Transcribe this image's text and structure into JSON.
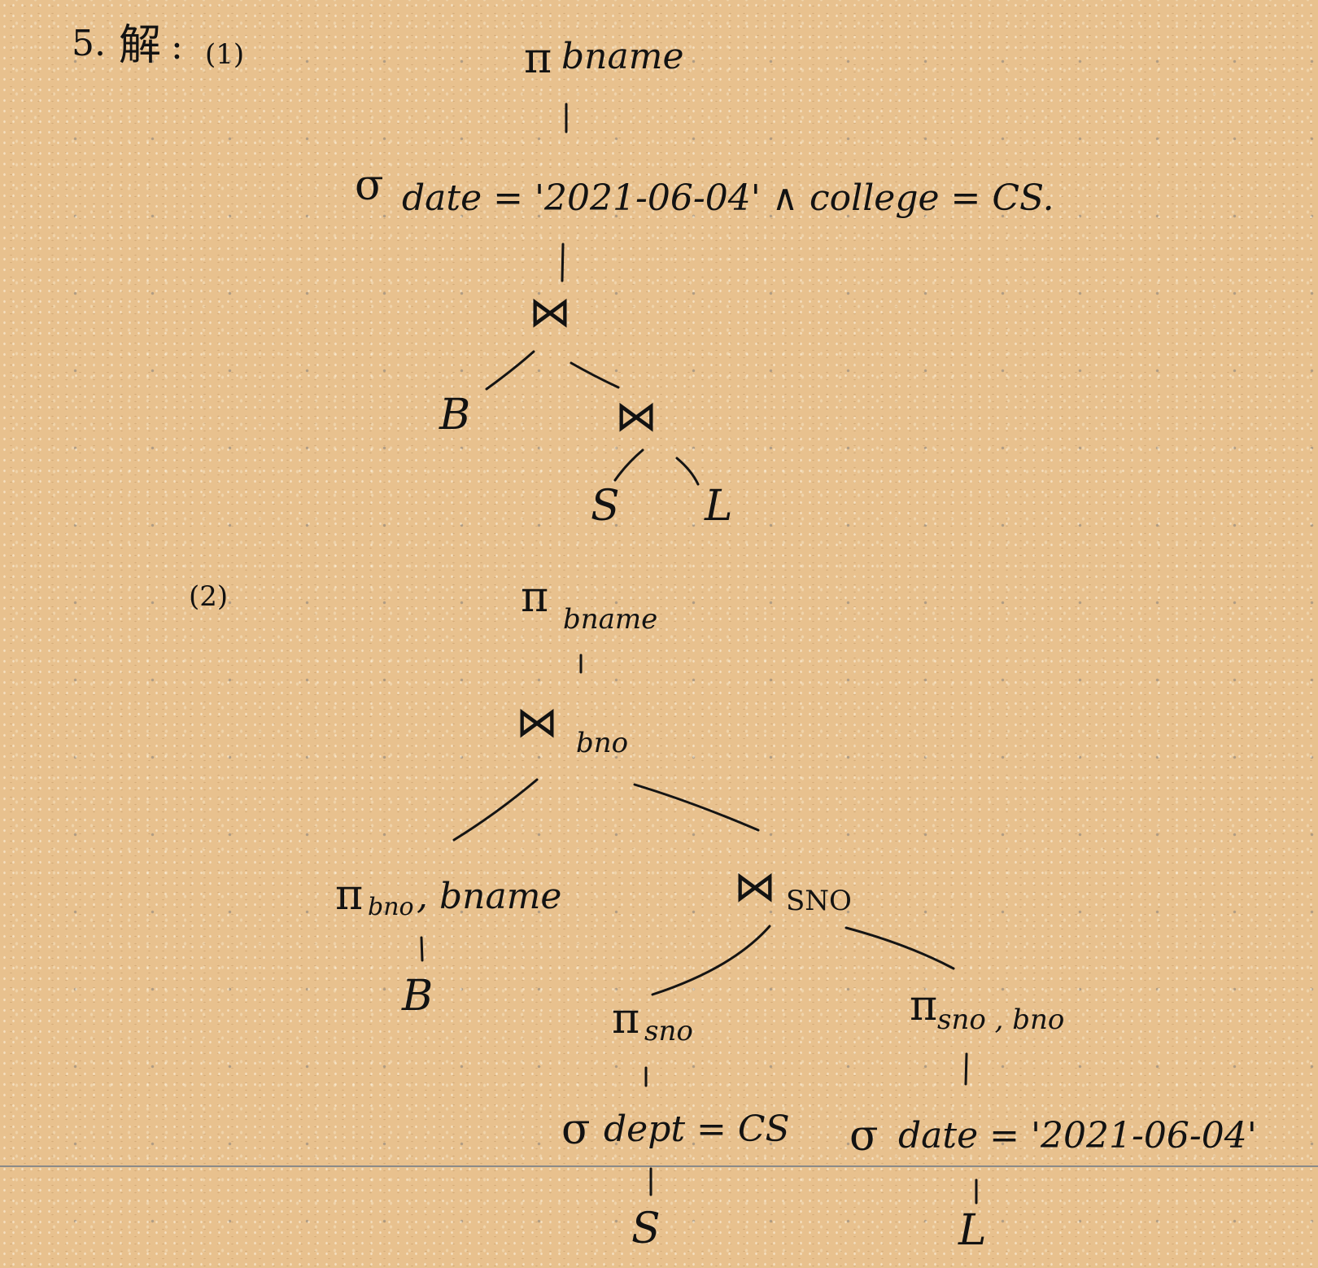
{
  "header": {
    "number": "5.",
    "solution_char": "解",
    "colon": ":",
    "part1_label": "(1)",
    "part2_label": "(2)"
  },
  "tree1": {
    "root_symbol": "π",
    "root_sub": "bname",
    "select_symbol": "σ",
    "select_condition": "date = '2021-06-04' ∧ college = CS.",
    "join_symbol": "⋈",
    "join2_symbol": "⋈",
    "leaf_b": "B",
    "leaf_s": "S",
    "leaf_l": "L"
  },
  "tree2": {
    "root_symbol": "π",
    "root_sub": "bname",
    "join_symbol": "⋈",
    "join_sub": "bno",
    "left_proj_symbol": "π",
    "left_proj_sub": "bno",
    "left_proj_rest": ", bname",
    "left_leaf": "B",
    "right_join_symbol": "⋈",
    "right_join_sub": "SNO",
    "proj_s_symbol": "π",
    "proj_s_sub": "sno",
    "sel_s_symbol": "σ",
    "sel_s_cond": "dept = CS",
    "leaf_s": "S",
    "proj_l_symbol": "π",
    "proj_l_sub": "sno , bno",
    "sel_l_symbol": "σ",
    "sel_l_cond": "date = '2021-06-04'",
    "leaf_l": "L"
  }
}
